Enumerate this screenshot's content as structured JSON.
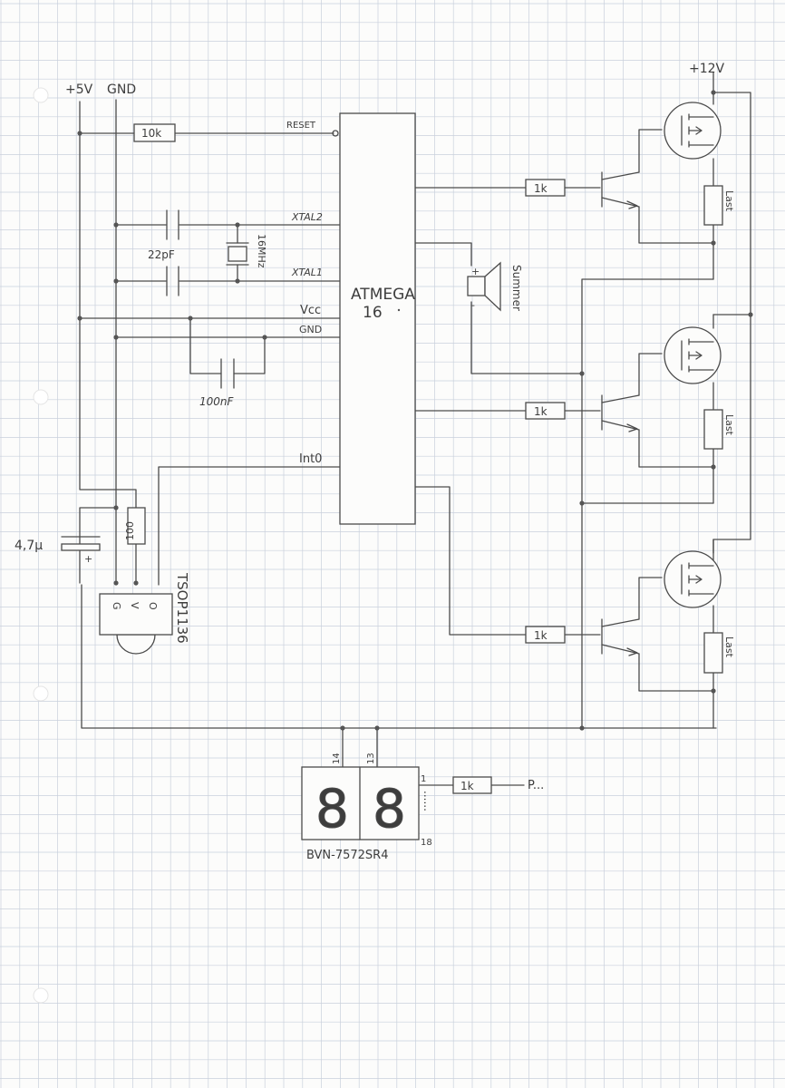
{
  "rails": {
    "plus5v": "+5V",
    "gnd": "GND",
    "plus12v": "+12V"
  },
  "mcu": {
    "name": "ATMEGA",
    "model": "16"
  },
  "mcu_pins": {
    "reset": "RESET",
    "xtal2": "XTAL2",
    "xtal1": "XTAL1",
    "vcc": "Vcc",
    "gnd": "GND",
    "int0": "Int0"
  },
  "components": {
    "reset_resistor": "10k",
    "crystal": "16MHz",
    "crystal_caps": "22pF",
    "decoupling_cap": "100nF",
    "elko": "4,7µ",
    "elko_plus": "+",
    "tsop_resistor": "100",
    "tsop": "TSOP1136",
    "tsop_pins": {
      "g": "G",
      "v": "V",
      "o": "O"
    },
    "buzzer": "Summer",
    "buzzer_plus": "+",
    "buzzer_minus": "-",
    "base_resistors": [
      "1k",
      "1k",
      "1k"
    ],
    "loads": [
      "Last",
      "Last",
      "Last"
    ],
    "display_pins": {
      "a": "14",
      "b": "13",
      "c": "1",
      "d": "18"
    },
    "display_dots": "......",
    "display": "BVN-7572SR4",
    "display_digits": [
      "8",
      "8"
    ],
    "segment_resistor": "1k",
    "segment_port": "P..."
  },
  "colors": {
    "paper": "#fcfcfb",
    "grid": "#c9d0dc",
    "pencil": "#4b4b4b"
  }
}
